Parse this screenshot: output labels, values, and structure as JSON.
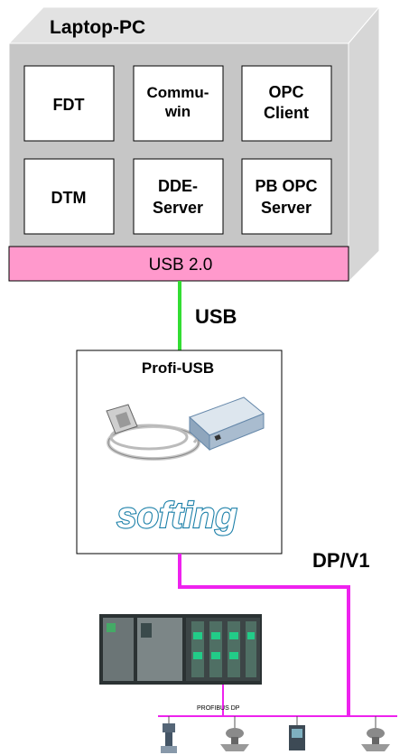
{
  "laptop": {
    "title": "Laptop-PC",
    "modules": [
      {
        "line1": "FDT",
        "line2": ""
      },
      {
        "line1": "Commu-",
        "line2": "win"
      },
      {
        "line1": "OPC",
        "line2": "Client"
      },
      {
        "line1": "DTM",
        "line2": ""
      },
      {
        "line1": "DDE-",
        "line2": "Server"
      },
      {
        "line1": "PB OPC",
        "line2": "Server"
      }
    ],
    "usb_port_label": "USB 2.0"
  },
  "usb_link": {
    "label": "USB"
  },
  "profi_usb": {
    "title": "Profi-USB",
    "logo_text": "softing"
  },
  "fieldbus": {
    "label": "DP/V1",
    "bus_caption": "PROFIBUS DP"
  },
  "colors": {
    "box_face": "#c8c8c8",
    "box_top": "#e0e0e0",
    "box_side": "#d4d4d4",
    "usb_bar": "#ff99cc",
    "usb_cable": "#33dd33",
    "profibus_cable": "#ee22ee",
    "logo": "#1a7fa8"
  }
}
